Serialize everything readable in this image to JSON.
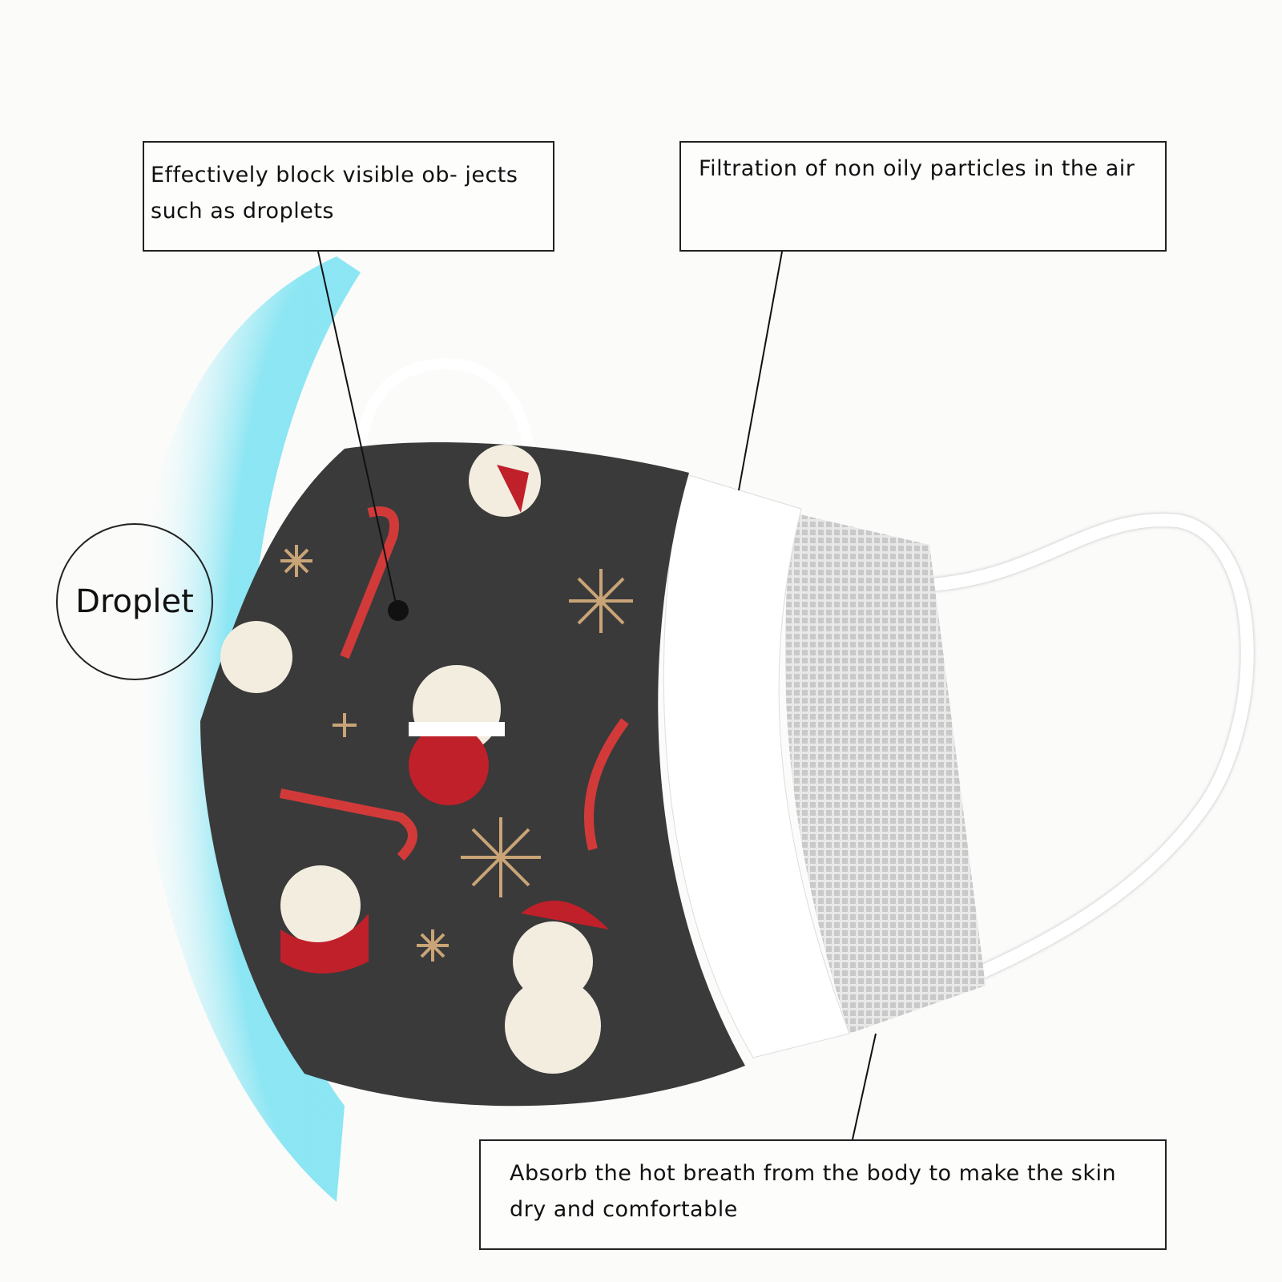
{
  "callouts": {
    "outer_layer": "Effectively block visible ob- jects such as droplets",
    "middle_layer": "Filtration of non oily particles in the air",
    "inner_layer": "Absorb the hot breath from the body to make the skin dry and comfortable"
  },
  "droplet_label": "Droplet",
  "colors": {
    "mask_print": "#3a3a3a",
    "accent_red": "#c0202a",
    "shield_blue": "#9ee8f3"
  }
}
